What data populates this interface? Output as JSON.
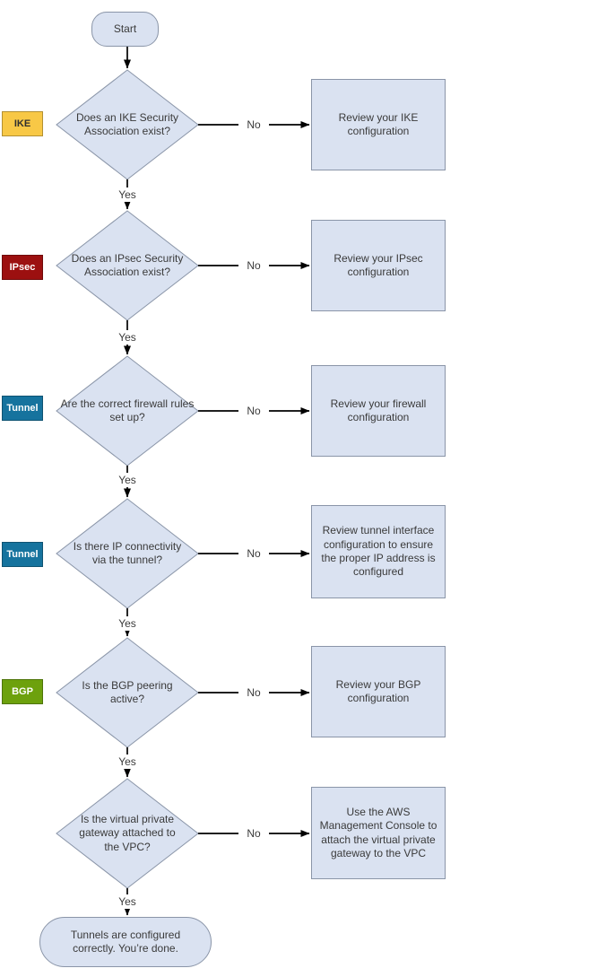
{
  "colors": {
    "background": "#ffffff",
    "node-fill": "#dae2f1",
    "node-border": "#8a95a8",
    "line": "#000000",
    "text": "#3a3a3a"
  },
  "flowchart": {
    "start": "Start",
    "end": "Tunnels are configured correctly. You’re done.",
    "yes": "Yes",
    "no": "No",
    "steps": [
      {
        "tag": "IKE",
        "tag_bg": "#f8c846",
        "tag_fg": "#2f2f2f",
        "question": "Does an IKE Security Association exist?",
        "action": "Review your IKE configuration"
      },
      {
        "tag": "IPsec",
        "tag_bg": "#9c1010",
        "tag_fg": "#ffffff",
        "question": "Does an IPsec Security Association exist?",
        "action": "Review your IPsec configuration"
      },
      {
        "tag": "Tunnel",
        "tag_bg": "#16739e",
        "tag_fg": "#ffffff",
        "question": "Are the correct firewall rules set up?",
        "action": "Review your firewall configuration"
      },
      {
        "tag": "Tunnel",
        "tag_bg": "#16739e",
        "tag_fg": "#ffffff",
        "question": "Is there IP connectivity via the tunnel?",
        "action": "Review tunnel interface configuration to ensure the proper IP address is configured"
      },
      {
        "tag": "BGP",
        "tag_bg": "#6da10d",
        "tag_fg": "#ffffff",
        "question": "Is the BGP peering active?",
        "action": "Review your BGP configuration"
      },
      {
        "question": "Is the virtual private gateway attached to the VPC?",
        "action": "Use the AWS Management Console to attach the virtual private gateway to the VPC"
      }
    ]
  }
}
